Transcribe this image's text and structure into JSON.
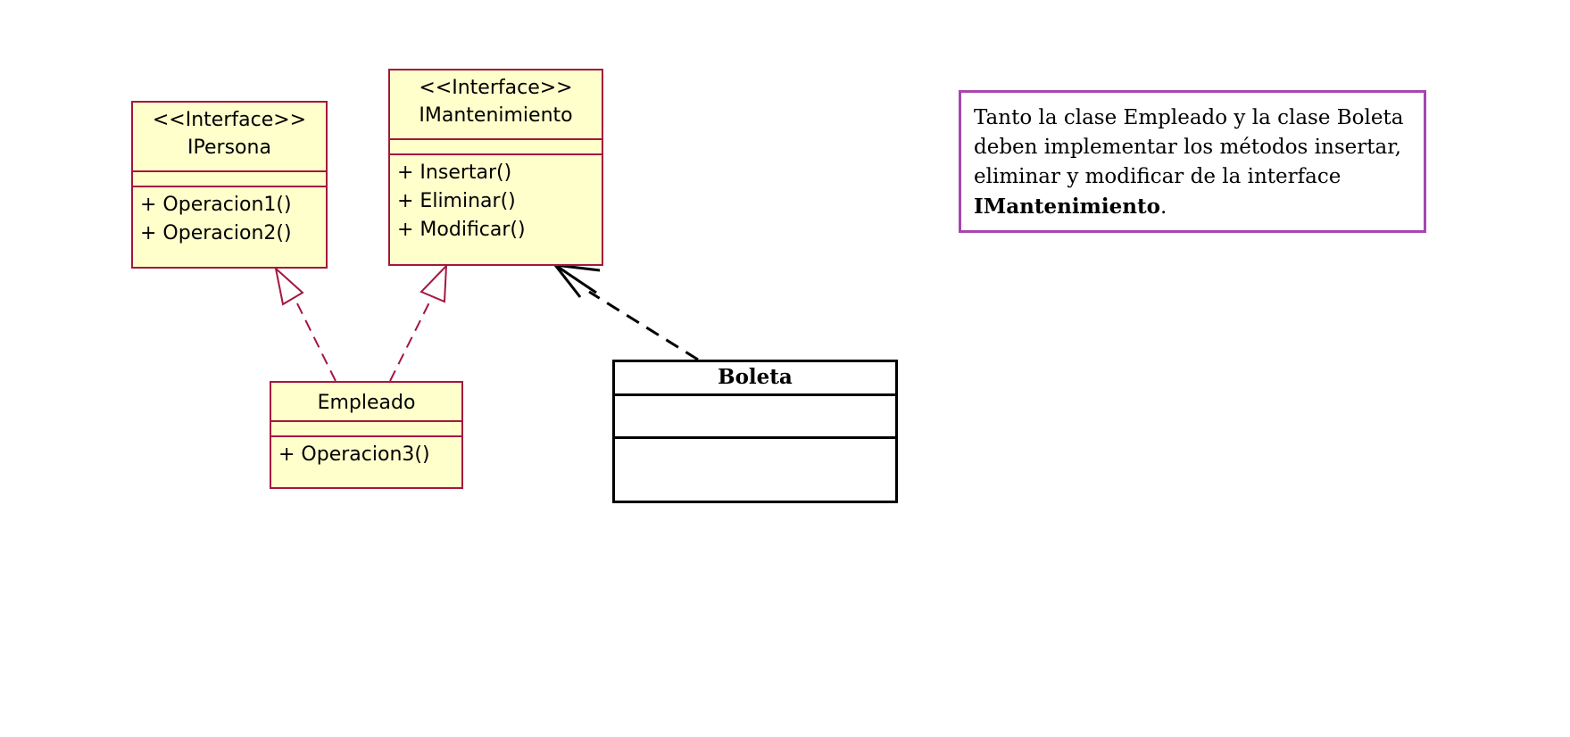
{
  "ipersona": {
    "stereotype": "<<Interface>>",
    "name": "IPersona",
    "operations": [
      "+ Operacion1()",
      "+ Operacion2()"
    ]
  },
  "imantenimiento": {
    "stereotype": "<<Interface>>",
    "name": "IMantenimiento",
    "operations": [
      "+ Insertar()",
      "+ Eliminar()",
      "+ Modificar()"
    ]
  },
  "empleado": {
    "name": "Empleado",
    "operations": [
      "+ Operacion3()"
    ]
  },
  "boleta": {
    "name": "Boleta"
  },
  "note": {
    "text_before": "Tanto la clase Empleado y la clase Boleta deben implementar los métodos insertar, eliminar y modificar de la interface ",
    "emphasis": "IMantenimiento",
    "text_after": "."
  },
  "colors": {
    "uml_border": "#a3173f",
    "uml_fill": "#ffffcc",
    "note_border": "#a646b0",
    "boleta_border": "#000000"
  }
}
